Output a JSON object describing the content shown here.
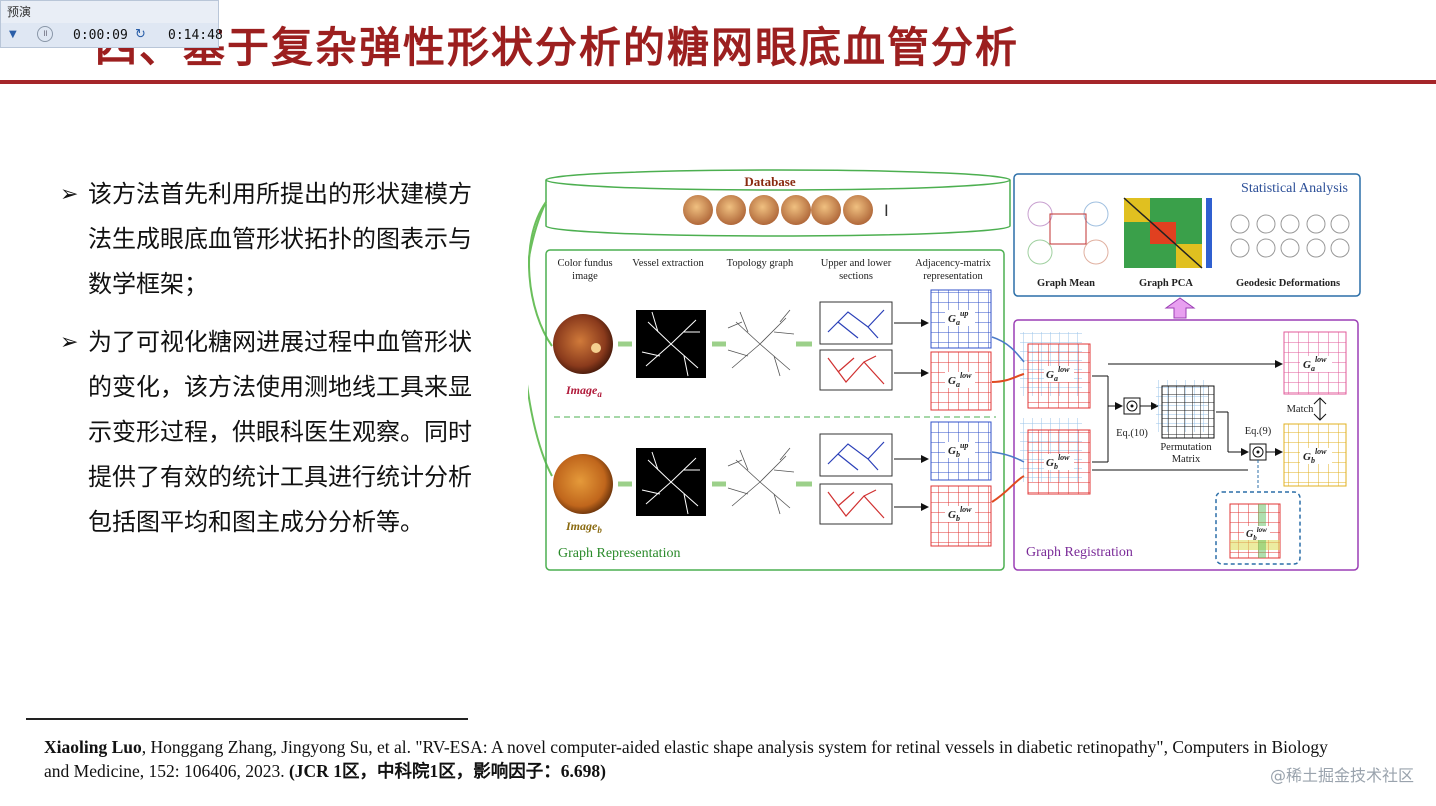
{
  "player": {
    "title": "预演",
    "elapsed": "0:00:09",
    "total": "0:14:48"
  },
  "slide": {
    "title": "四、基于复杂弹性形状分析的糖网眼底血管分析",
    "bullets": [
      "该方法首先利用所提出的形状建模方法生成眼底血管形状拓扑的图表示与数学框架；",
      "为了可视化糖网进展过程中血管形状的变化，该方法使用测地线工具来显示变形过程，供眼科医生观察。同时提供了有效的统计工具进行统计分析包括图平均和图主成分分析等。"
    ],
    "bullet_marker": "➢"
  },
  "figure": {
    "database": "Database",
    "statistical_analysis": "Statistical Analysis",
    "graph_mean": "Graph Mean",
    "graph_pca": "Graph PCA",
    "geodesic": "Geodesic Deformations",
    "col_fundus": "Color fundus",
    "col_fundus2": "image",
    "col_vessel": "Vessel extraction",
    "col_topology": "Topology graph",
    "col_upper": "Upper and lower",
    "col_upper2": "sections",
    "col_adj": "Adjacency-matrix",
    "col_adj2": "representation",
    "image_a": "Image",
    "image_a_sub": "a",
    "image_b": "Image",
    "image_b_sub": "b",
    "graph_representation": "Graph Representation",
    "graph_registration": "Graph Registration",
    "eq10": "Eq.(10)",
    "eq9": "Eq.(9)",
    "permutation": "Permutation",
    "matrix": "Matrix",
    "match": "Match",
    "g": "G",
    "sub_a": "a",
    "sub_b": "b",
    "up": "up",
    "low": "low"
  },
  "reference": {
    "author_bold": "Xiaoling Luo",
    "rest": ", Honggang Zhang, Jingyong Su, et al. \"RV-ESA: A novel computer-aided elastic shape analysis system for retinal vessels in diabetic retinopathy\", Computers in Biology and Medicine, 152: 106406, 2023. ",
    "impact_bold": "(JCR 1区，中科院1区，影响因子：6.698)"
  },
  "watermark": "@稀土掘金技术社区",
  "colors": {
    "title": "#9c1f1f",
    "rule": "#a5262a",
    "green_panel": "#4caf50",
    "purple_panel": "#9b3fb5",
    "blue_panel": "#2c6fa8"
  }
}
